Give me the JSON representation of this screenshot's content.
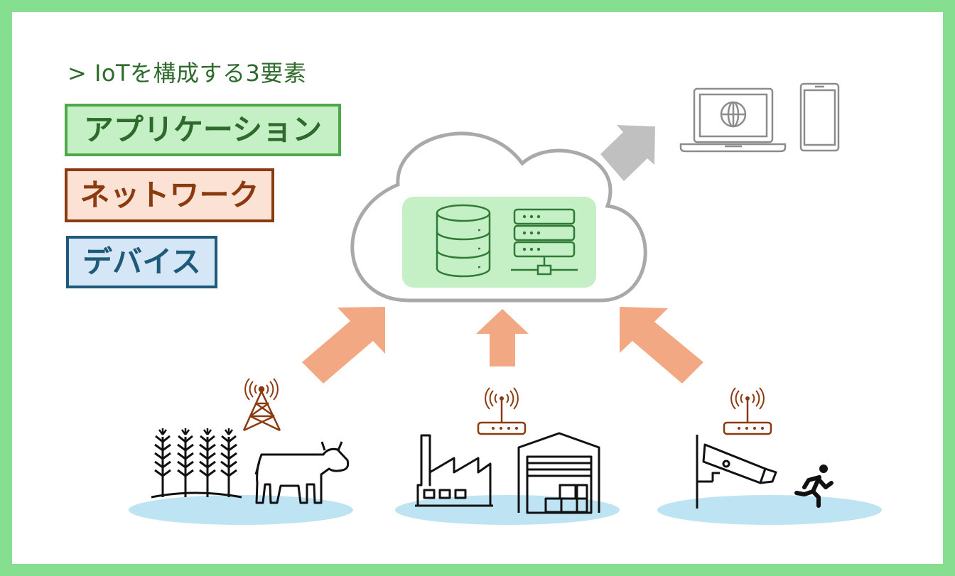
{
  "heading": "> IoTを構成する3要素",
  "layers": {
    "application": "アプリケーション",
    "network": "ネットワーク",
    "device": "デバイス"
  },
  "colors": {
    "frame": "#86DF90",
    "application_fill": "#C5F0C6",
    "application_border": "#4EA84A",
    "application_text": "#2D6A2B",
    "network_fill": "#FBE2D4",
    "network_border": "#8A3A0E",
    "device_fill": "#D5E7F6",
    "device_border": "#1E5A7A",
    "arrow_upload": "#F2A883",
    "arrow_output": "#C0C0C0",
    "ground": "#BEE3F3"
  },
  "icons": {
    "cloud": "cloud-icon",
    "database": "database-icon",
    "server": "server-rack-icon",
    "laptop": "laptop-globe-icon",
    "phone": "smartphone-icon",
    "antenna_tower": "antenna-tower-icon",
    "router": "wifi-router-icon",
    "wheat": "wheat-icon",
    "cow": "cow-icon",
    "factory": "factory-icon",
    "warehouse": "warehouse-icon",
    "camera": "security-camera-icon",
    "runner": "running-person-icon"
  }
}
